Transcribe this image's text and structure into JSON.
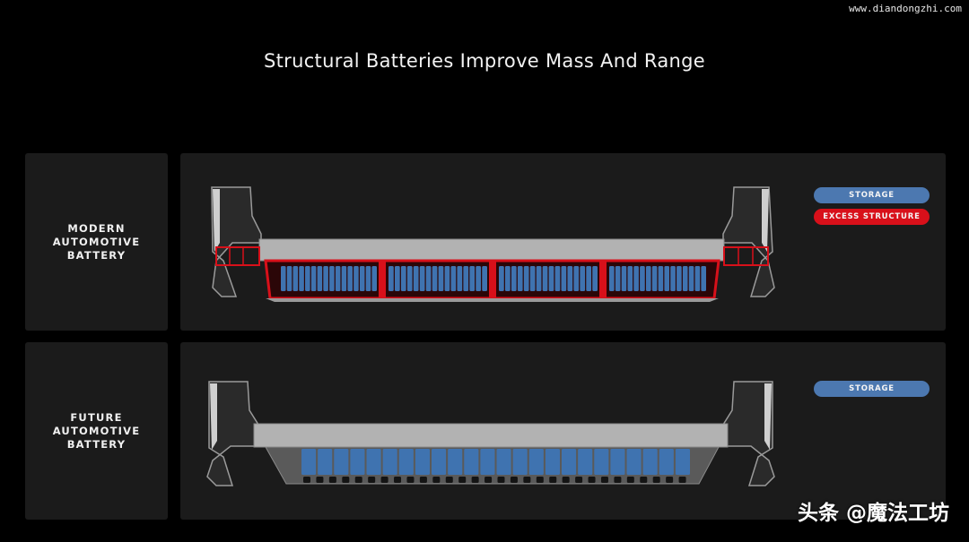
{
  "watermark_top": "www.diandongzhi.com",
  "title": "Structural Batteries Improve Mass And Range",
  "rows": [
    {
      "label": "MODERN AUTOMOTIVE BATTERY",
      "legend": [
        {
          "text": "STORAGE",
          "color": "#4c78b0"
        },
        {
          "text": "EXCESS STRUCTURE",
          "color": "#d8101a"
        }
      ]
    },
    {
      "label": "FUTURE AUTOMOTIVE BATTERY",
      "legend": [
        {
          "text": "STORAGE",
          "color": "#4c78b0"
        }
      ]
    }
  ],
  "colors": {
    "background": "#000000",
    "panel": "#1b1b1b",
    "storage": "#3f73b0",
    "excess_structure": "#d8101a",
    "chassis": "#a9a9a9"
  },
  "watermark_bottom": "头条 @魔法工坊"
}
